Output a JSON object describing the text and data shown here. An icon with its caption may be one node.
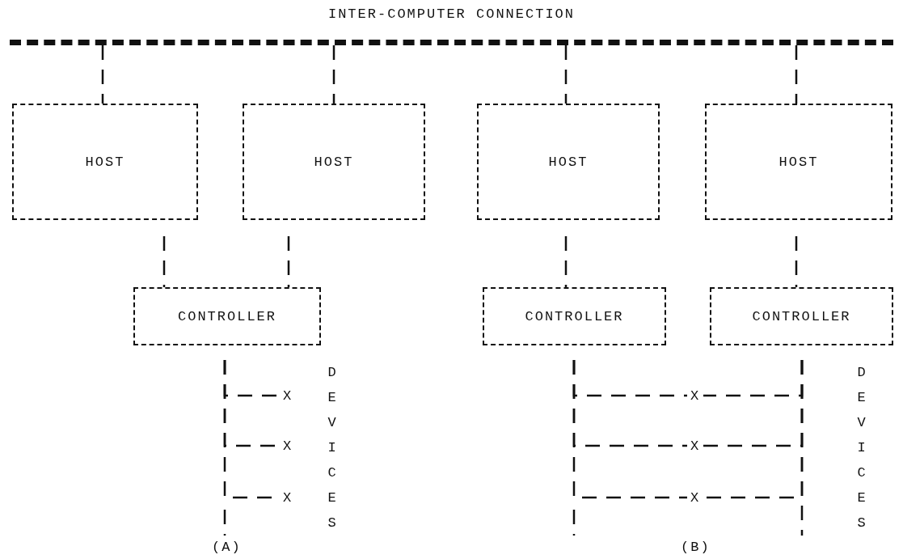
{
  "diagram": {
    "nodes": [
      {
        "text": [
          "INTER-COMPUTER CONNECTION"
        ]
      },
      {
        "text": [
          "HOST"
        ]
      },
      {
        "text": [
          "HOST"
        ]
      },
      {
        "text": [
          "HOST"
        ]
      },
      {
        "text": [
          "HOST"
        ]
      },
      {
        "text": [
          "CONTROLLER"
        ]
      },
      {
        "text": [
          "CONTROLLER"
        ]
      },
      {
        "text": [
          "CONTROLLER"
        ]
      },
      {
        "text": [
          "X"
        ]
      },
      {
        "text": [
          "X"
        ]
      },
      {
        "text": [
          "X"
        ]
      },
      {
        "text": [
          "X"
        ]
      },
      {
        "text": [
          "X"
        ]
      },
      {
        "text": [
          "X"
        ]
      }
    ],
    "edges": [
      {
        "from": 0,
        "to": 1,
        "arrow": "none"
      },
      {
        "from": 0,
        "to": 2,
        "arrow": "none"
      },
      {
        "from": 0,
        "to": 3,
        "arrow": "none"
      },
      {
        "from": 0,
        "to": 4,
        "arrow": "none"
      },
      {
        "from": 1,
        "to": 5,
        "arrow": "none"
      },
      {
        "from": 2,
        "to": 5,
        "arrow": "none"
      },
      {
        "from": 3,
        "to": 6,
        "arrow": "none"
      },
      {
        "from": 4,
        "to": 7,
        "arrow": "none"
      },
      {
        "from": 5,
        "to": 8,
        "arrow": "none"
      },
      {
        "from": 5,
        "to": 9,
        "arrow": "none"
      },
      {
        "from": 5,
        "to": 10,
        "arrow": "none"
      },
      {
        "from": 6,
        "to": 11,
        "arrow": "none"
      },
      {
        "from": 7,
        "to": 11,
        "arrow": "none"
      },
      {
        "from": 6,
        "to": 12,
        "arrow": "none"
      },
      {
        "from": 7,
        "to": 12,
        "arrow": "none"
      },
      {
        "from": 6,
        "to": 13,
        "arrow": "none"
      },
      {
        "from": 7,
        "to": 13,
        "arrow": "none"
      }
    ],
    "labels": [
      "DEVICES",
      "(A)",
      "DEVICES",
      "(B)"
    ]
  }
}
